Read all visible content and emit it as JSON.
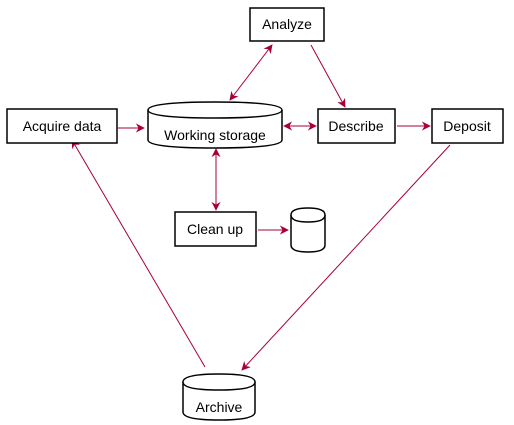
{
  "nodes": {
    "acquire": {
      "label": "Acquire data",
      "kind": "process"
    },
    "working_storage": {
      "label": "Working storage",
      "kind": "database"
    },
    "analyze": {
      "label": "Analyze",
      "kind": "process"
    },
    "describe": {
      "label": "Describe",
      "kind": "process"
    },
    "deposit": {
      "label": "Deposit",
      "kind": "process"
    },
    "clean_up": {
      "label": "Clean up",
      "kind": "process"
    },
    "discard_storage": {
      "label": "",
      "kind": "database"
    },
    "archive": {
      "label": "Archive",
      "kind": "database"
    }
  },
  "edges": [
    {
      "from": "acquire",
      "to": "working_storage",
      "direction": "forward"
    },
    {
      "from": "working_storage",
      "to": "analyze",
      "direction": "both"
    },
    {
      "from": "analyze",
      "to": "describe",
      "direction": "forward"
    },
    {
      "from": "working_storage",
      "to": "describe",
      "direction": "both"
    },
    {
      "from": "describe",
      "to": "deposit",
      "direction": "forward"
    },
    {
      "from": "working_storage",
      "to": "clean_up",
      "direction": "both"
    },
    {
      "from": "clean_up",
      "to": "discard_storage",
      "direction": "forward"
    },
    {
      "from": "deposit",
      "to": "archive",
      "direction": "forward"
    },
    {
      "from": "archive",
      "to": "acquire",
      "direction": "forward"
    }
  ],
  "colors": {
    "edge": "#a80036",
    "node_border": "#000000",
    "node_fill": "#ffffff"
  }
}
